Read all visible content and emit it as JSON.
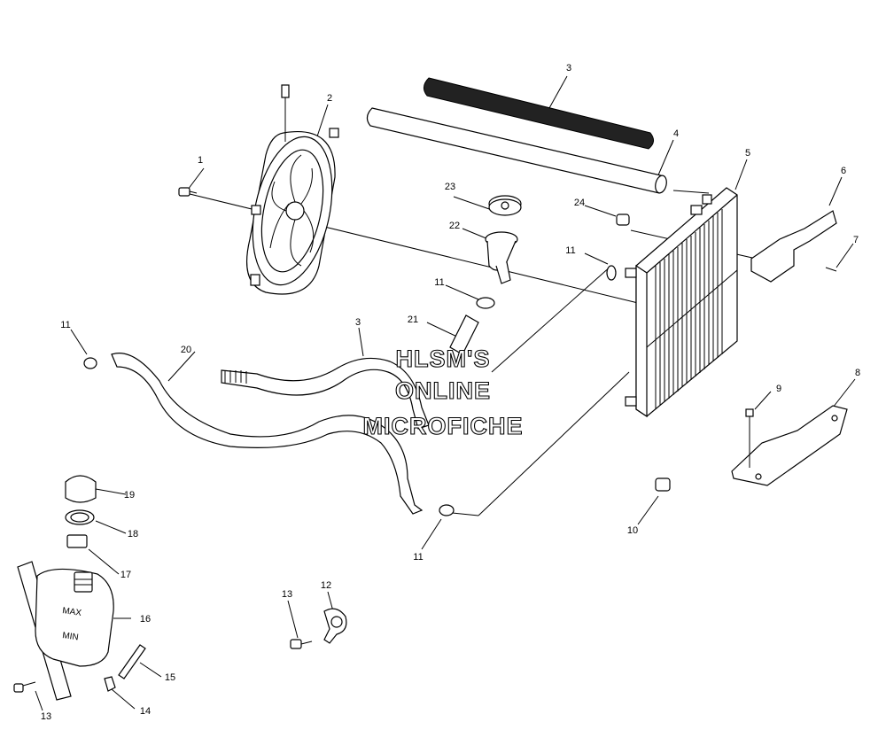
{
  "watermark": {
    "line1": "HLSM'S",
    "line2": "ONLINE",
    "line3": "MICROFICHE"
  },
  "tank_labels": {
    "max": "MAX",
    "min": "MIN"
  },
  "callouts": [
    {
      "id": "c1",
      "text": "1"
    },
    {
      "id": "c2",
      "text": "2"
    },
    {
      "id": "c3a",
      "text": "3"
    },
    {
      "id": "c3b",
      "text": "3"
    },
    {
      "id": "c4",
      "text": "4"
    },
    {
      "id": "c5",
      "text": "5"
    },
    {
      "id": "c6",
      "text": "6"
    },
    {
      "id": "c7",
      "text": "7"
    },
    {
      "id": "c8",
      "text": "8"
    },
    {
      "id": "c9",
      "text": "9"
    },
    {
      "id": "c10",
      "text": "10"
    },
    {
      "id": "c11a",
      "text": "11"
    },
    {
      "id": "c11b",
      "text": "11"
    },
    {
      "id": "c11c",
      "text": "11"
    },
    {
      "id": "c11d",
      "text": "11"
    },
    {
      "id": "c12",
      "text": "12"
    },
    {
      "id": "c13a",
      "text": "13"
    },
    {
      "id": "c13b",
      "text": "13"
    },
    {
      "id": "c14",
      "text": "14"
    },
    {
      "id": "c15",
      "text": "15"
    },
    {
      "id": "c16",
      "text": "16"
    },
    {
      "id": "c17",
      "text": "17"
    },
    {
      "id": "c18",
      "text": "18"
    },
    {
      "id": "c19",
      "text": "19"
    },
    {
      "id": "c20",
      "text": "20"
    },
    {
      "id": "c21",
      "text": "21"
    },
    {
      "id": "c22",
      "text": "22"
    },
    {
      "id": "c23",
      "text": "23"
    },
    {
      "id": "c24",
      "text": "24"
    }
  ]
}
